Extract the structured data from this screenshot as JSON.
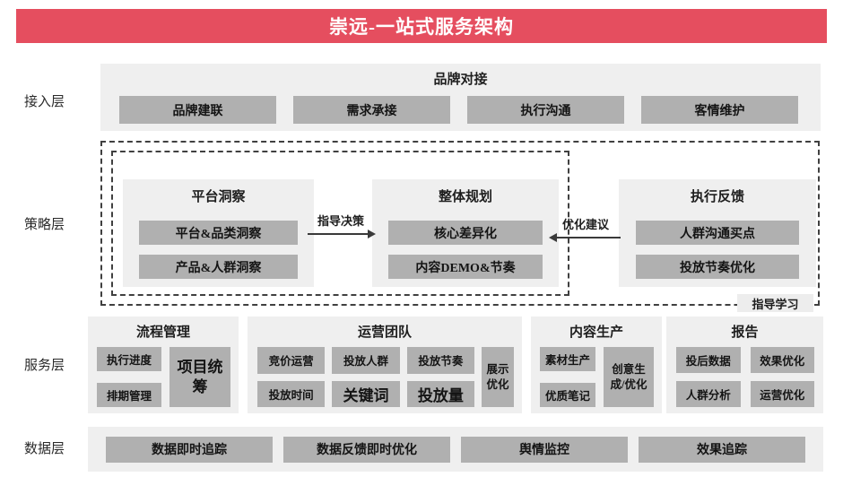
{
  "header": {
    "title": "崇远-一站式服务架构"
  },
  "colors": {
    "accent": "#e54e5f",
    "panel_bg": "#efefef",
    "box_bg": "#b0b0b0"
  },
  "layers": {
    "access": {
      "label": "接入层",
      "title": "品牌对接",
      "items": [
        "品牌建联",
        "需求承接",
        "执行沟通",
        "客情维护"
      ]
    },
    "strategy": {
      "label": "策略层",
      "groups": [
        {
          "title": "平台洞察",
          "items": [
            "平台&品类洞察",
            "产品&人群洞察"
          ]
        },
        {
          "title": "整体规划",
          "items": [
            "核心差异化",
            "内容DEMO&节奏"
          ]
        },
        {
          "title": "执行反馈",
          "items": [
            "人群沟通买点",
            "投放节奏优化"
          ]
        }
      ],
      "arrows": [
        {
          "label": "指导决策",
          "direction": "right"
        },
        {
          "label": "优化建议",
          "direction": "left"
        }
      ],
      "footnote": "指导学习"
    },
    "service": {
      "label": "服务层",
      "groups": [
        {
          "title": "流程管理",
          "items": [
            "执行进度",
            "排期管理"
          ],
          "tall_item": "项目统筹"
        },
        {
          "title": "运营团队",
          "items": [
            "竞价运营",
            "投放人群",
            "投放节奏",
            "投放时间",
            "关键词",
            "投放量"
          ],
          "tall_item": "展示优化"
        },
        {
          "title": "内容生产",
          "items": [
            "素材生产",
            "优质笔记"
          ],
          "tall_item": "创意生成/优化"
        },
        {
          "title": "报告",
          "items": [
            "投后数据",
            "效果优化",
            "人群分析",
            "运营优化"
          ]
        }
      ]
    },
    "data": {
      "label": "数据层",
      "items": [
        "数据即时追踪",
        "数据反馈即时优化",
        "舆情监控",
        "效果追踪"
      ]
    }
  }
}
